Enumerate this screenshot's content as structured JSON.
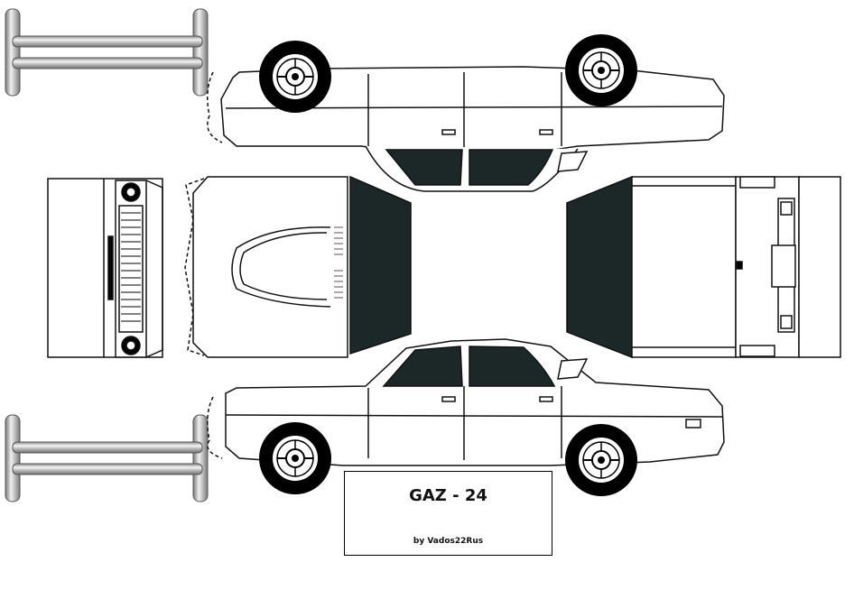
{
  "model_title": "GAZ - 24",
  "author_credit": "by Vados22Rus",
  "colors": {
    "paper": "#ffffff",
    "outline": "#111111",
    "glass": "#1c2828",
    "tire": "#000000",
    "chrome": "#d8d8d8"
  },
  "parts": [
    "bumper-top-left",
    "bumper-bottom-left",
    "car-side-upper",
    "car-side-lower",
    "front-grille-panel",
    "hood-panel",
    "windshield-panel",
    "rear-window-panel",
    "trunk-panel",
    "rear-end-panel",
    "label-box"
  ]
}
